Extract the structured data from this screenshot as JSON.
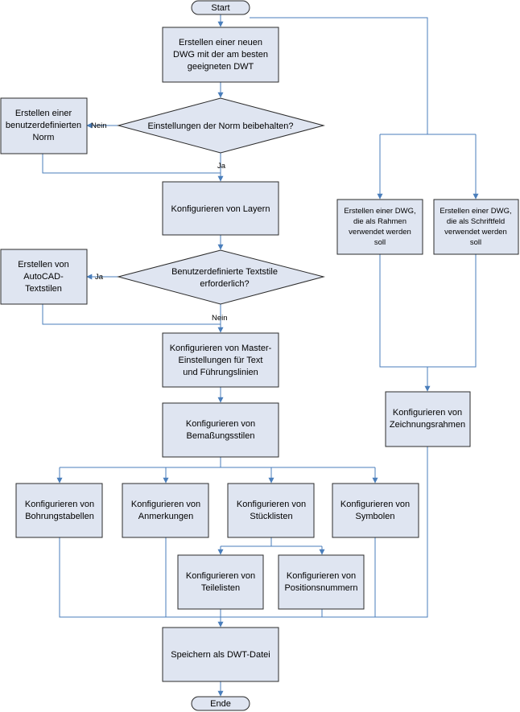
{
  "nodes": {
    "start": "Start",
    "create_dwg": [
      "Erstellen einer neuen",
      "DWG mit der am besten",
      "geeigneten DWT"
    ],
    "keep_norm": "Einstellungen der Norm beibehalten?",
    "custom_norm": [
      "Erstellen einer",
      "benutzerdefinierten",
      "Norm"
    ],
    "layers": "Konfigurieren von Layern",
    "custom_text_q": [
      "Benutzerdefinierte Textstile",
      "erforderlich?"
    ],
    "autocad_text": [
      "Erstellen von",
      "AutoCAD-",
      "Textstilen"
    ],
    "master": [
      "Konfigurieren von Master-",
      "Einstellungen für Text",
      "und Führungslinien"
    ],
    "dim_styles": [
      "Konfigurieren von",
      "Bemaßungsstilen"
    ],
    "hole_tables": [
      "Konfigurieren von",
      "Bohrungstabellen"
    ],
    "notes": [
      "Konfigurieren von",
      "Anmerkungen"
    ],
    "parts_lists": [
      "Konfigurieren von",
      "Stücklisten"
    ],
    "symbols": [
      "Konfigurieren von",
      "Symbolen"
    ],
    "part_lists": [
      "Konfigurieren von",
      "Teilelisten"
    ],
    "balloons": [
      "Konfigurieren von",
      "Positionsnummern"
    ],
    "save": "Speichern als DWT-Datei",
    "end": "Ende",
    "frame_dwg": [
      "Erstellen einer DWG,",
      "die als Rahmen",
      "verwendet werden",
      "soll"
    ],
    "titleblock_dwg": [
      "Erstellen einer DWG,",
      "die als Schriftfeld",
      "verwendet werden",
      "soll"
    ],
    "drawing_frame": [
      "Konfigurieren von",
      "Zeichnungsrahmen"
    ]
  },
  "edges": {
    "nein_1": "Nein",
    "ja_1": "Ja",
    "ja_2": "Ja",
    "nein_2": "Nein"
  },
  "colors": {
    "fill": "#dfe5f1",
    "connector": "#4a7ebb"
  }
}
